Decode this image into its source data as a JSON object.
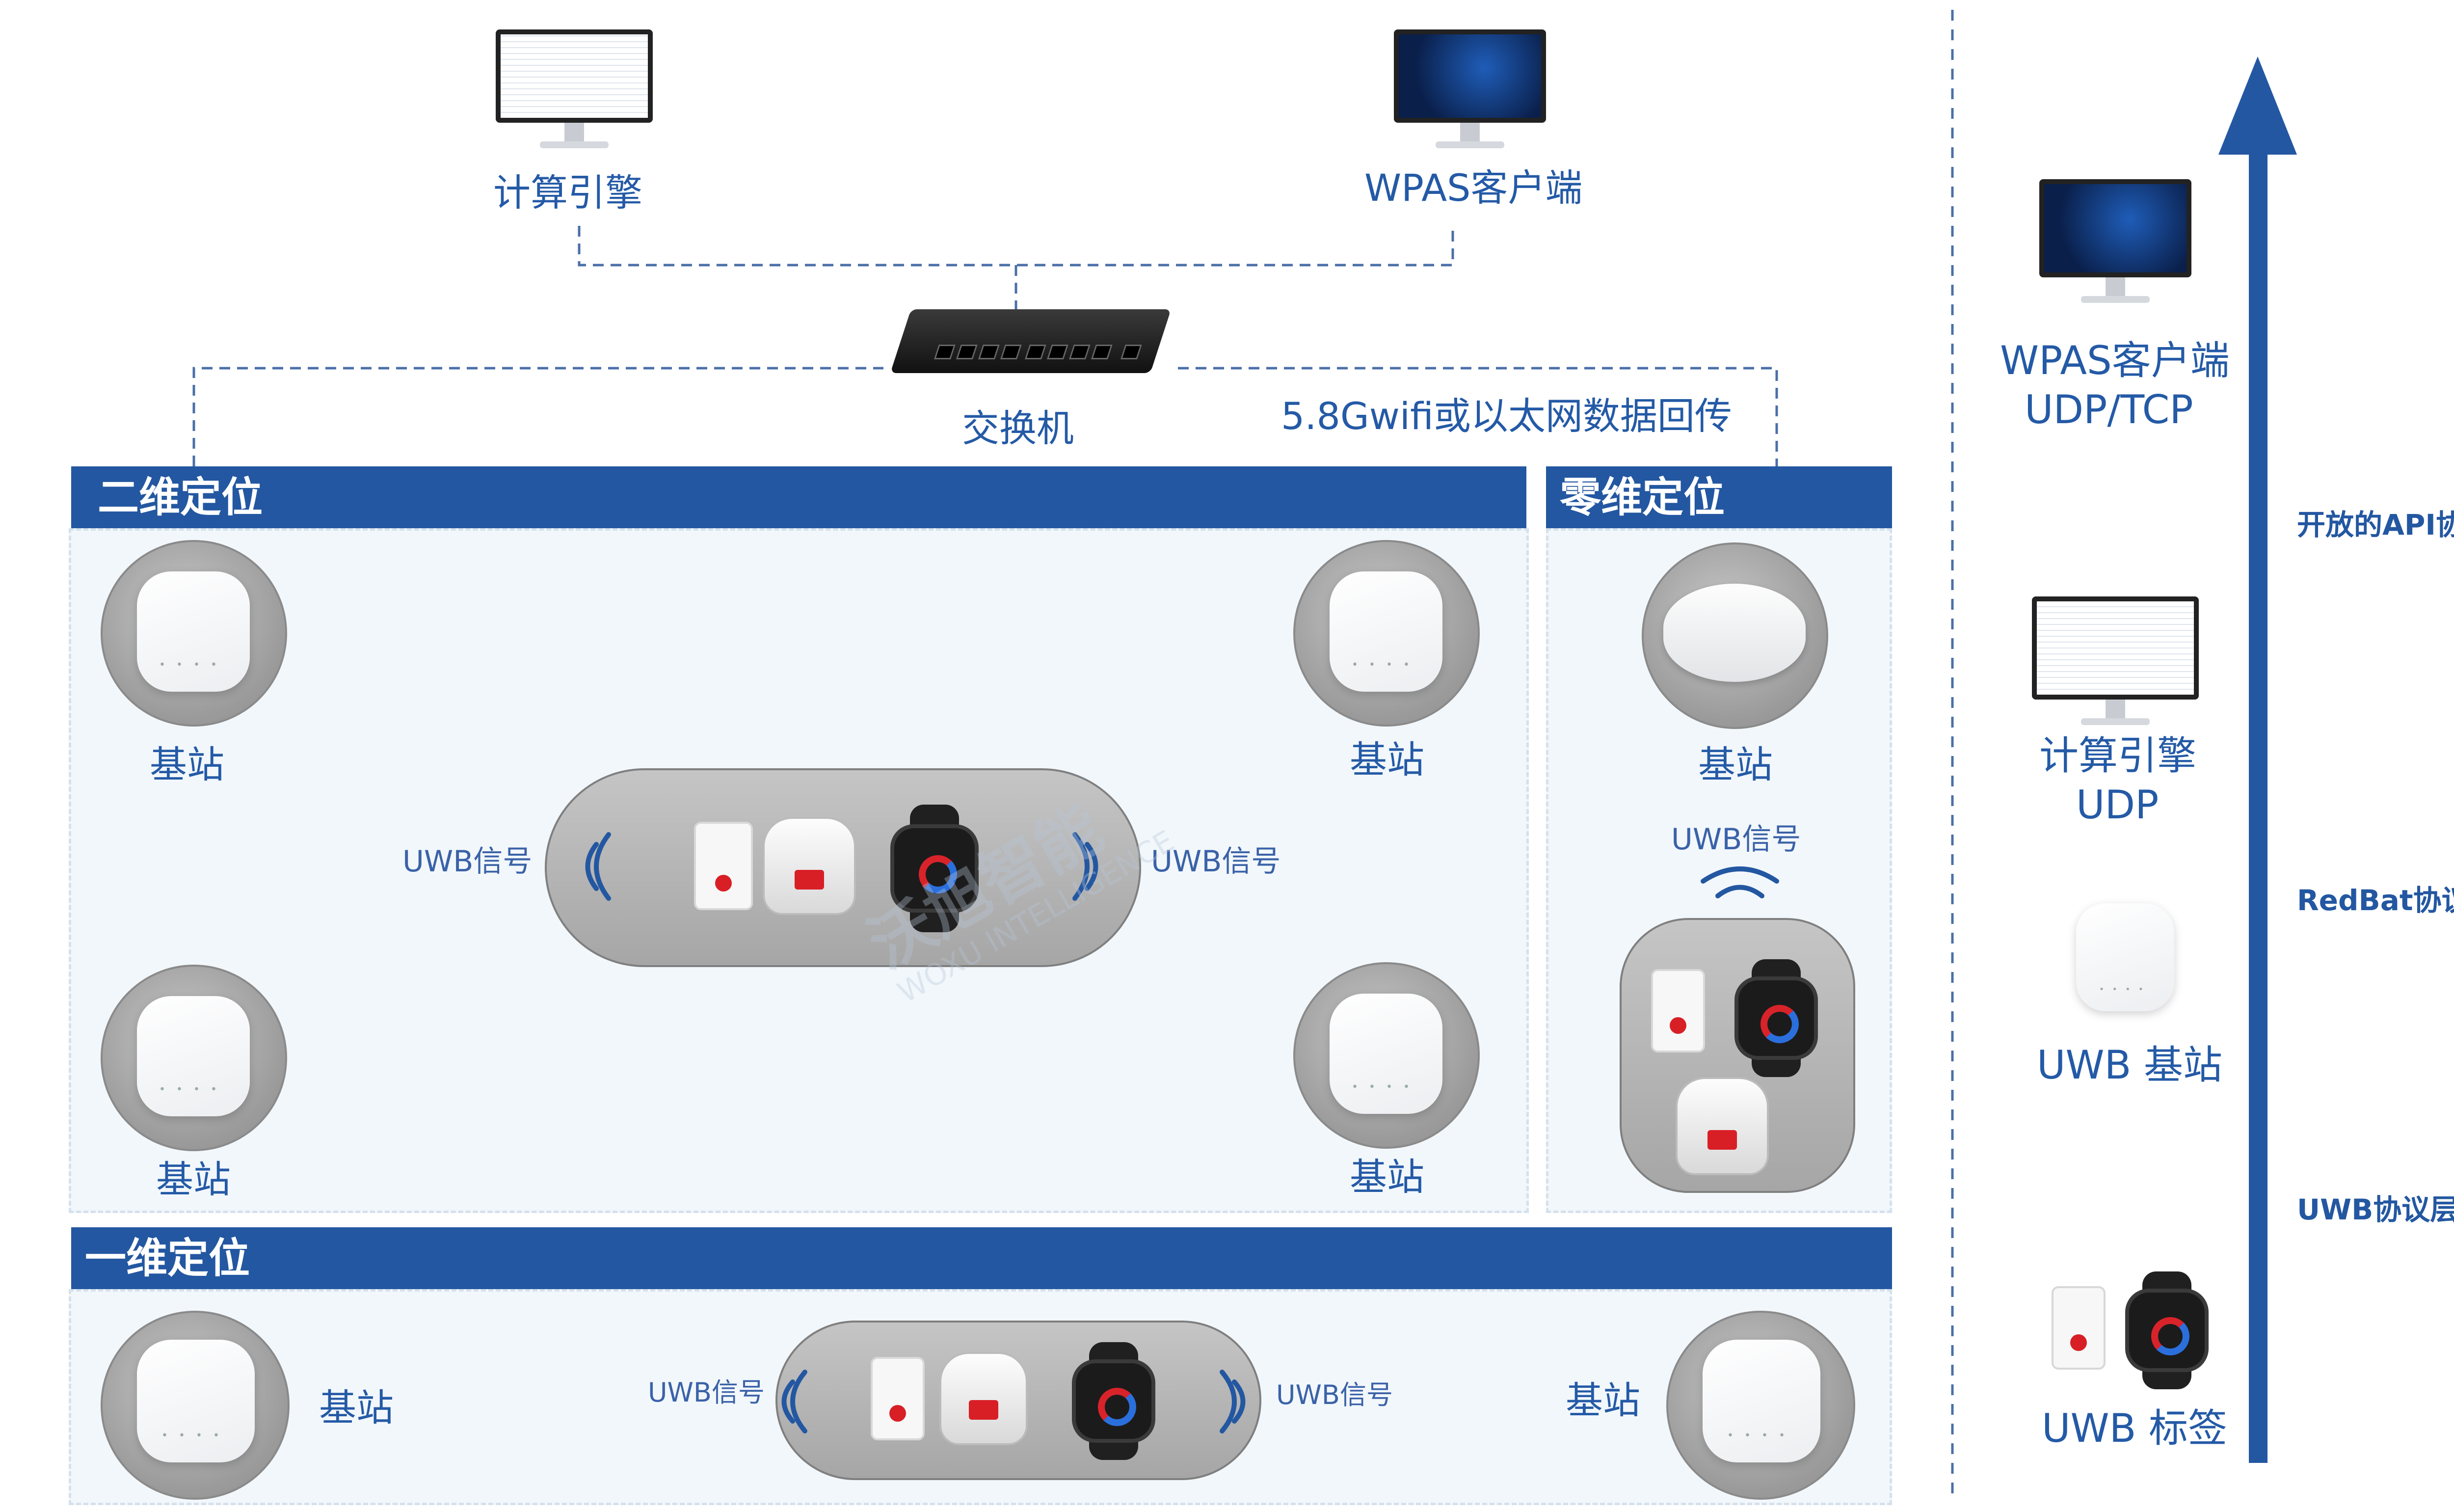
{
  "top": {
    "engine_label": "计算引擎",
    "client_label": "WPAS客户端",
    "switch_label": "交换机",
    "backhaul_label": "5.8Gwifi或以太网数据回传"
  },
  "sections": {
    "two_d": "二维定位",
    "zero_d": "零维定位",
    "one_d": "一维定位"
  },
  "labels": {
    "base_station": "基站",
    "uwb_signal": "UWB信号"
  },
  "watermark": {
    "brand_cn": "沃旭智能",
    "brand_en": "WOXU INTELLIGENCE"
  },
  "stack": {
    "client": "WPAS客户端",
    "client_proto": "UDP/TCP",
    "engine": "计算引擎",
    "engine_proto": "UDP",
    "anchor": "UWB 基站",
    "tag": "UWB 标签",
    "layer_api": "开放的API协议",
    "layer_redbat": "RedBat协议层",
    "layer_uwb": "UWB协议层"
  },
  "colors": {
    "accent": "#2357a1",
    "text": "#245aa6",
    "zone_bg": "#f2f7fb"
  }
}
